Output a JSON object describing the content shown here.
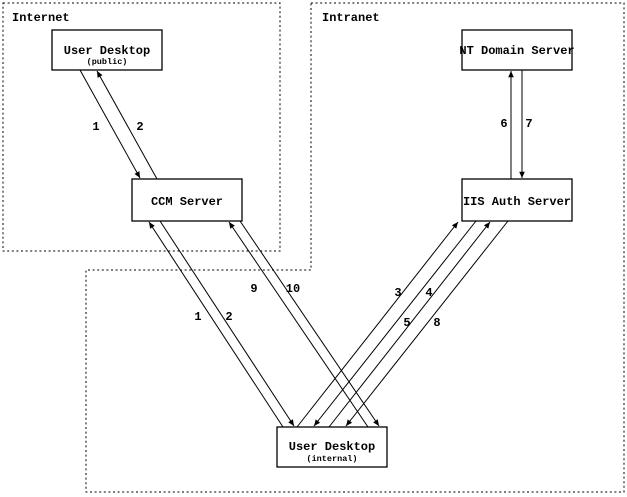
{
  "diagram": {
    "title": "CCM authentication network flow diagram",
    "colors": {
      "line": "#000000",
      "background": "#ffffff"
    },
    "zones": [
      {
        "id": "internet",
        "label": "Internet"
      },
      {
        "id": "intranet",
        "label": "Intranet"
      }
    ],
    "nodes": [
      {
        "id": "user-desktop-public",
        "label": "User Desktop",
        "sublabel": "(public)"
      },
      {
        "id": "nt-domain-server",
        "label": "NT Domain Server",
        "sublabel": ""
      },
      {
        "id": "ccm-server",
        "label": "CCM Server",
        "sublabel": ""
      },
      {
        "id": "iis-auth-server",
        "label": "IIS Auth Server",
        "sublabel": ""
      },
      {
        "id": "user-desktop-internal",
        "label": "User Desktop",
        "sublabel": "(internal)"
      }
    ],
    "edges": [
      {
        "num": "1",
        "from": "user-desktop-public",
        "to": "ccm-server"
      },
      {
        "num": "2",
        "from": "ccm-server",
        "to": "user-desktop-public"
      },
      {
        "num": "6",
        "from": "iis-auth-server",
        "to": "nt-domain-server"
      },
      {
        "num": "7",
        "from": "nt-domain-server",
        "to": "iis-auth-server"
      },
      {
        "num": "1",
        "from": "user-desktop-internal",
        "to": "ccm-server"
      },
      {
        "num": "2",
        "from": "ccm-server",
        "to": "user-desktop-internal"
      },
      {
        "num": "9",
        "from": "user-desktop-internal",
        "to": "ccm-server"
      },
      {
        "num": "10",
        "from": "ccm-server",
        "to": "user-desktop-internal"
      },
      {
        "num": "3",
        "from": "user-desktop-internal",
        "to": "iis-auth-server"
      },
      {
        "num": "4",
        "from": "iis-auth-server",
        "to": "user-desktop-internal"
      },
      {
        "num": "5",
        "from": "user-desktop-internal",
        "to": "iis-auth-server"
      },
      {
        "num": "8",
        "from": "iis-auth-server",
        "to": "user-desktop-internal"
      }
    ]
  }
}
